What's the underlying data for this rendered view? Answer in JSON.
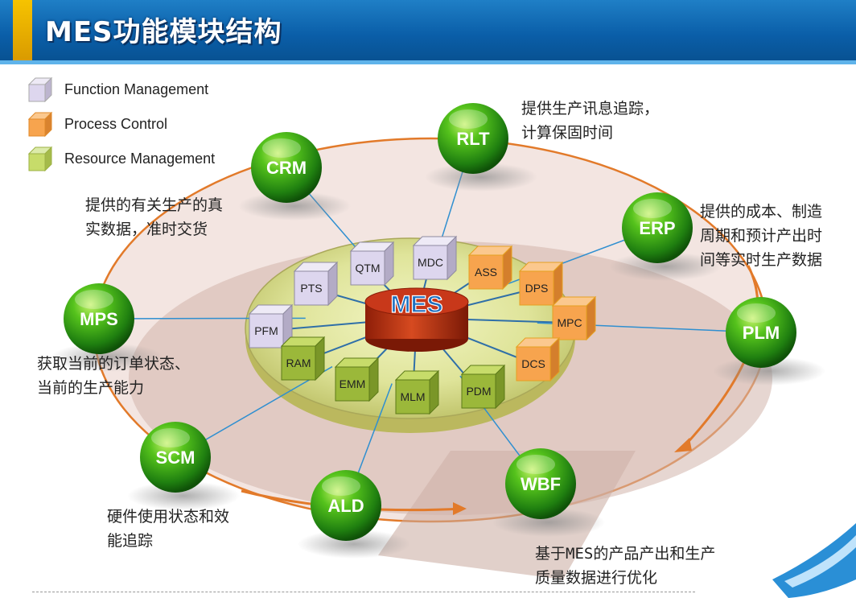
{
  "header": {
    "title": "MES功能模块结构"
  },
  "legend": [
    {
      "label": "Function Management",
      "color": "#ddd6ee"
    },
    {
      "label": "Process Control",
      "color": "#f7a44e"
    },
    {
      "label": "Resource Management",
      "color": "#c7dc6a"
    }
  ],
  "center": {
    "label": "MES"
  },
  "modules": {
    "function": [
      "PTS",
      "QTM",
      "MDC",
      "PFM"
    ],
    "process": [
      "ASS",
      "DPS",
      "MPC",
      "DCS"
    ],
    "resource": [
      "RAM",
      "EMM",
      "MLM",
      "PDM"
    ]
  },
  "systems": [
    "RLT",
    "CRM",
    "ERP",
    "MPS",
    "PLM",
    "SCM",
    "ALD",
    "WBF"
  ],
  "notes": {
    "rlt": "提供生产讯息追踪，\n计算保固时间",
    "crm": "提供的有关生产的真\n实数据，准时交货",
    "erp": "提供的成本、制造\n周期和预计产出时\n间等实时生产数据",
    "mps": "获取当前的订单状态、\n当前的生产能力",
    "scm": "硬件使用状态和效\n能追踪",
    "wbf": "基于MES的产品产出和生产\n质量数据进行优化"
  }
}
